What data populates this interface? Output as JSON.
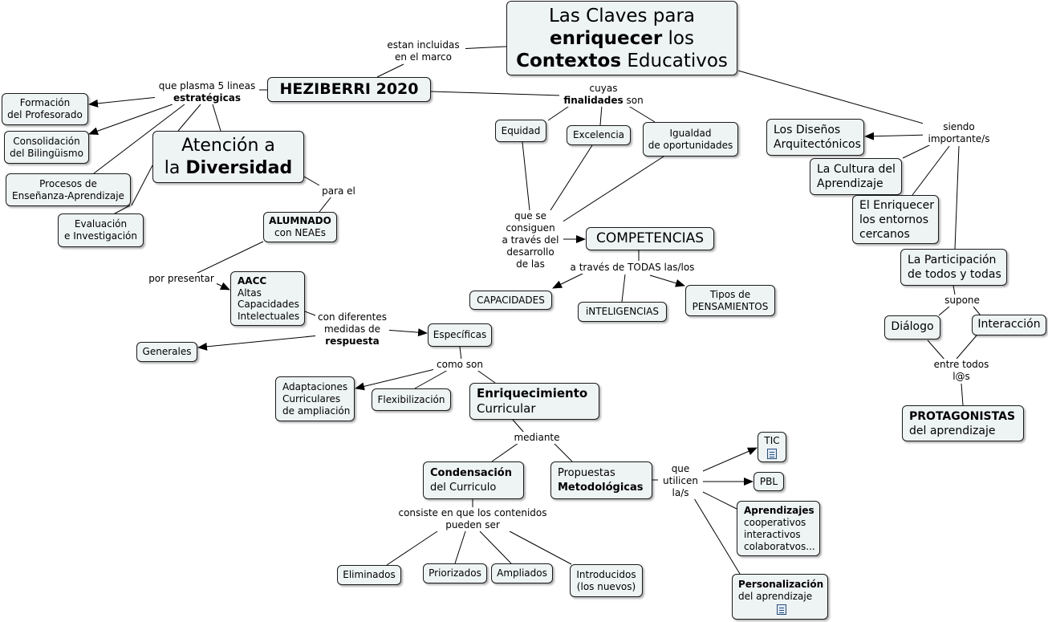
{
  "nodes": {
    "title": {
      "l1": "Las Claves para",
      "l2a": "enriquecer",
      "l2b": " los",
      "l3a": "Contextos",
      "l3b": " Educativos"
    },
    "heziberri": "HEZIBERRI 2020",
    "formacion": {
      "l1": "Formación",
      "l2": "del Profesorado"
    },
    "consolidacion": {
      "l1": "Consolidación",
      "l2": "del Bilingüismo"
    },
    "procesos": {
      "l1": "Procesos de",
      "l2": "Enseñanza-Aprendizaje"
    },
    "evaluacion": {
      "l1": "Evaluación",
      "l2": "e Investigación"
    },
    "atencion": {
      "l1": "Atención a",
      "l2a": "la ",
      "l2b": "Diversidad"
    },
    "alumnado": {
      "l1": "ALUMNADO",
      "l2": "con NEAEs"
    },
    "aacc": {
      "l1": "AACC",
      "l2": "Altas",
      "l3": "Capacidades",
      "l4": "Intelectuales"
    },
    "generales": "Generales",
    "especificas": "Específicas",
    "adaptaciones": {
      "l1": "Adaptaciones",
      "l2": "Curriculares",
      "l3": "de ampliación"
    },
    "flexibilizacion": "Flexibilización",
    "enriquecimiento": {
      "l1": "Enriquecimiento",
      "l2": "Curricular"
    },
    "condensacion": {
      "l1": "Condensación",
      "l2": "del Curriculo"
    },
    "propuestas": {
      "l1": "Propuestas",
      "l2": "Metodológicas"
    },
    "eliminados": "Eliminados",
    "priorizados": "Priorizados",
    "ampliados": "Ampliados",
    "introducidos": {
      "l1": "Introducidos",
      "l2": "(los nuevos)"
    },
    "tic": "TIC",
    "pbl": "PBL",
    "aprendizajes": {
      "l1": "Aprendizajes",
      "l2": "cooperativos",
      "l3": "interactivos",
      "l4": "colaboratvos..."
    },
    "personalizacion": {
      "l1": "Personalización",
      "l2": "del aprendizaje"
    },
    "equidad": "Equidad",
    "excelencia": "Excelencia",
    "igualdad": {
      "l1": "Igualdad",
      "l2": "de oportunidades"
    },
    "competencias": "COMPETENCIAS",
    "capacidades": "CAPACIDADES",
    "inteligencias": "iNTELIGENCIAS",
    "pensamientos": {
      "l1": "Tipos de",
      "l2": "PENSAMIENTOS"
    },
    "disenos": {
      "l1": "Los Diseños",
      "l2": "Arquitectónicos"
    },
    "cultura": {
      "l1": "La Cultura del",
      "l2": "Aprendizaje"
    },
    "enriquecer": {
      "l1": "El Enriquecer",
      "l2": "los entornos",
      "l3": "cercanos"
    },
    "participacion": {
      "l1": "La Participación",
      "l2": "de todos y todas"
    },
    "dialogo": "Diálogo",
    "interaccion": "Interacción",
    "protagonistas": {
      "l1": "PROTAGONISTAS",
      "l2": "del aprendizaje"
    }
  },
  "links": {
    "incluidas": {
      "l1": "estan incluidas",
      "l2": "en el marco"
    },
    "plasma": {
      "l1": "que plasma 5 lineas",
      "l2": "estratégicas"
    },
    "cuyas": {
      "l1": "cuyas",
      "l2a": "finalidades",
      "l2b": " son"
    },
    "siendo": {
      "l1": "siendo",
      "l2": "importante/s"
    },
    "parael": "para el",
    "porpresentar": "por presentar",
    "medidas": {
      "l1": "con diferentes",
      "l2": "medidas de",
      "l3": "respuesta"
    },
    "comoson": "como son",
    "mediante": "mediante",
    "consiste": {
      "l1": "consiste en que los contenidos",
      "l2": "pueden ser"
    },
    "utilicen": {
      "l1": "que",
      "l2": "utilicen",
      "l3": "la/s"
    },
    "consiguen": {
      "l1": "que se",
      "l2": "consiguen",
      "l3": "a través del",
      "l4": "desarrollo",
      "l5": "de las"
    },
    "atraves": "a través de TODAS las/los",
    "supone": "supone",
    "entretodos": {
      "l1": "entre todos",
      "l2": "l@s"
    }
  },
  "icons": [
    "document-icon"
  ],
  "colors": {
    "node_fill": "#eef3f4",
    "border": "#1a1a1a",
    "line": "#000000",
    "background": "#ffffff"
  }
}
